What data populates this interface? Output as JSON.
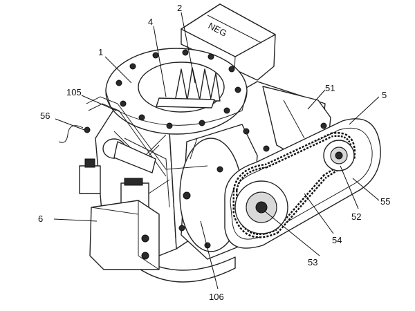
{
  "figure": {
    "nameplate_text": "NEG",
    "labels": {
      "l1": "1",
      "l2": "2",
      "l4": "4",
      "l5": "5",
      "l6": "6",
      "l51": "51",
      "l52": "52",
      "l53": "53",
      "l54": "54",
      "l55": "55",
      "l56": "56",
      "l105": "105",
      "l106": "106"
    }
  }
}
